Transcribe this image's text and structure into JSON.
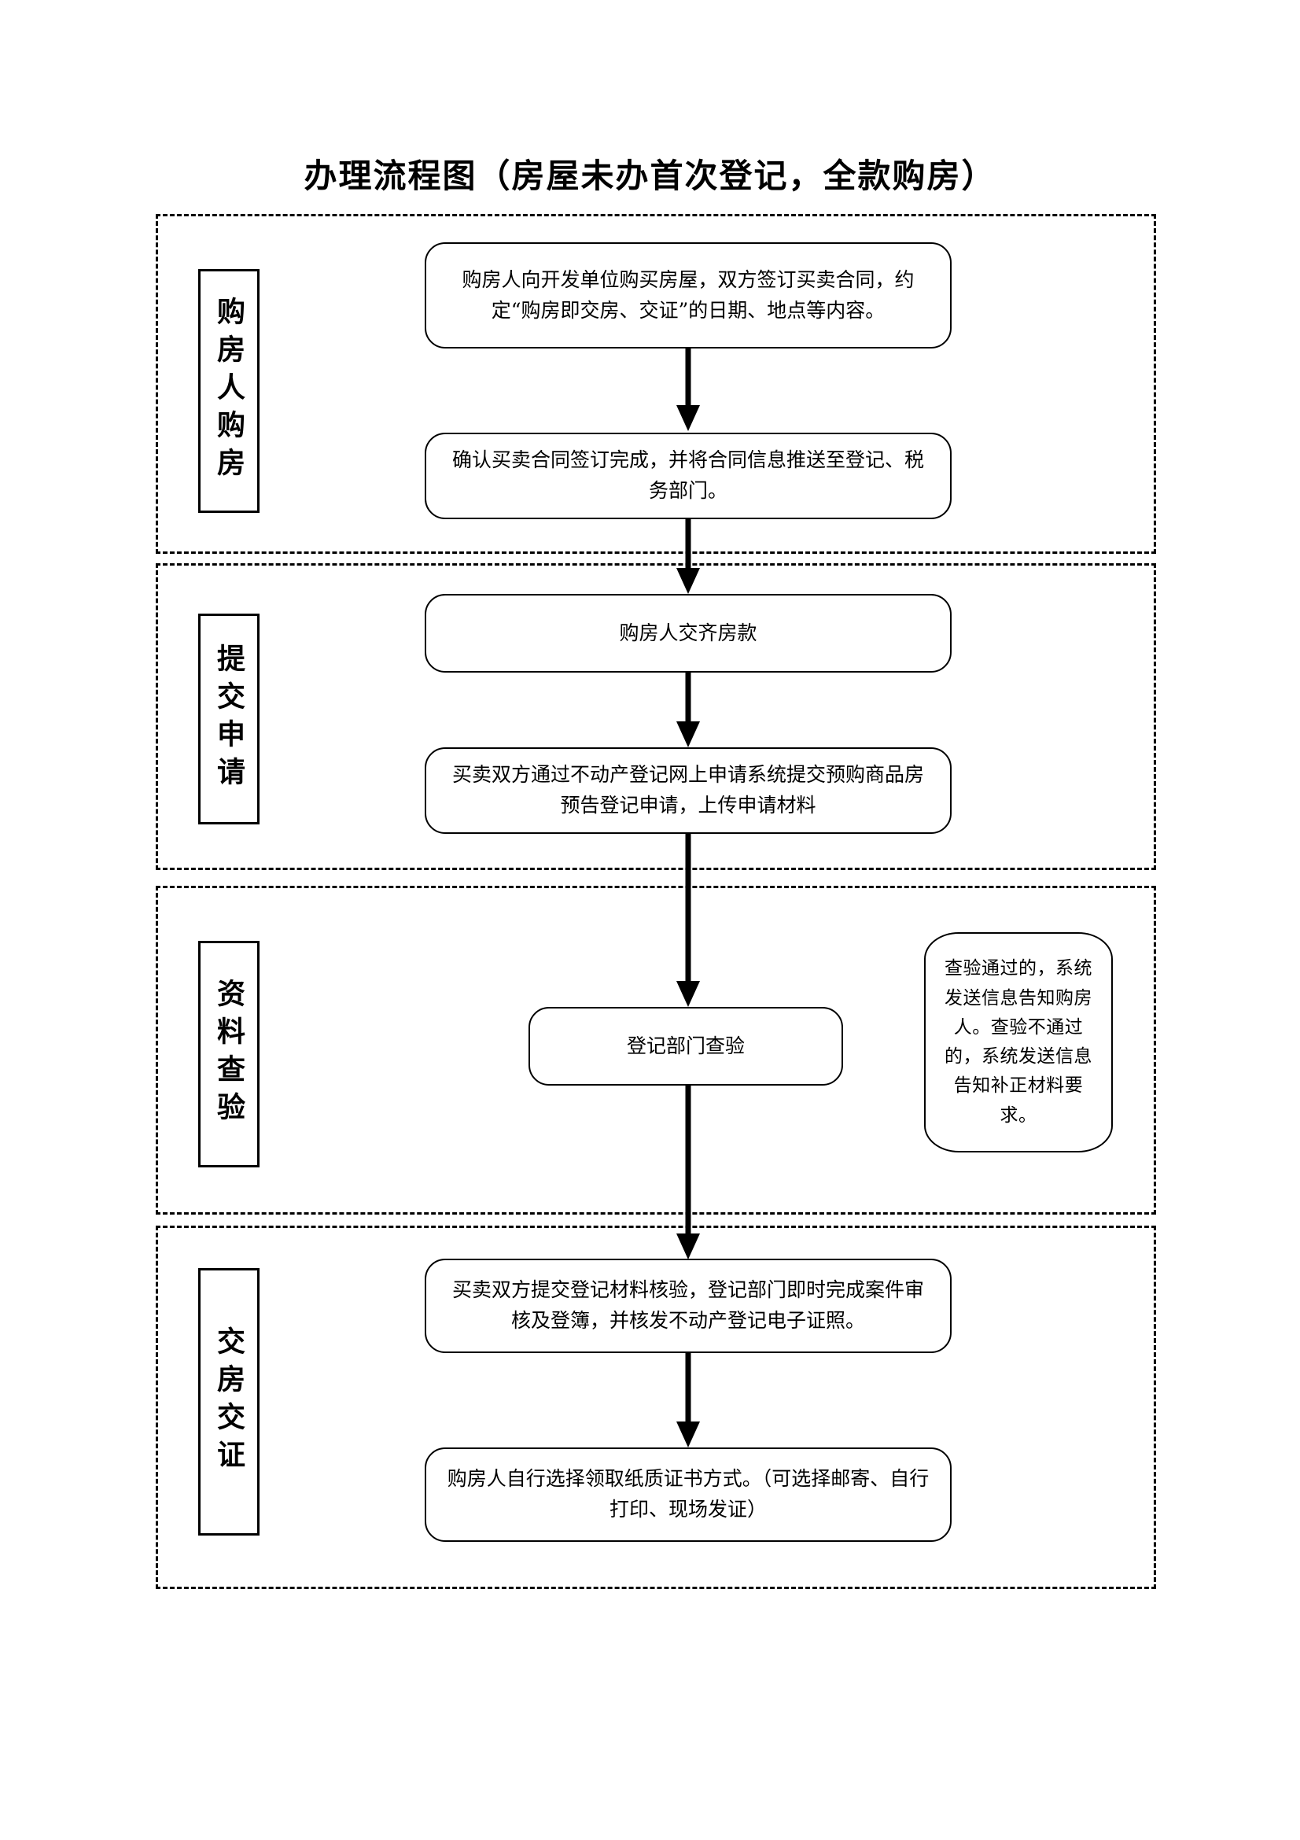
{
  "document": {
    "title": "办理流程图（房屋未办首次登记，全款购房）"
  },
  "stages": [
    {
      "id": "stage-0",
      "label": "购房人购房"
    },
    {
      "id": "stage-1",
      "label": "提交申请"
    },
    {
      "id": "stage-2",
      "label": "资料查验"
    },
    {
      "id": "stage-3",
      "label": "交房交证"
    }
  ],
  "nodes": [
    {
      "id": "node-0",
      "stage": 0,
      "text": "购房人向开发单位购买房屋，双方签订买卖合同，约定“购房即交房、交证”的日期、地点等内容。"
    },
    {
      "id": "node-1",
      "stage": 0,
      "text": "确认买卖合同签订完成，并将合同信息推送至登记、税务部门。"
    },
    {
      "id": "node-2",
      "stage": 1,
      "text": "购房人交齐房款"
    },
    {
      "id": "node-3",
      "stage": 1,
      "text": "买卖双方通过不动产登记网上申请系统提交预购商品房预告登记申请，上传申请材料"
    },
    {
      "id": "node-4",
      "stage": 2,
      "text": "登记部门查验"
    },
    {
      "id": "node-5",
      "stage": 3,
      "text": "买卖双方提交登记材料核验，登记部门即时完成案件审核及登簿，并核发不动产登记电子证照。"
    },
    {
      "id": "node-6",
      "stage": 3,
      "text": "购房人自行选择领取纸质证书方式。（可选择邮寄、自行打印、现场发证）"
    }
  ],
  "notes": [
    {
      "id": "note-0",
      "stage": 2,
      "text": "查验通过的，系统发送信息告知购房人。查验不通过的，系统发送信息告知补正材料要求。"
    }
  ],
  "connectors": [
    {
      "id": "conn-0",
      "from": "node-0",
      "to": "node-1"
    },
    {
      "id": "conn-1",
      "from": "node-1",
      "to": "node-2"
    },
    {
      "id": "conn-2",
      "from": "node-2",
      "to": "node-3"
    },
    {
      "id": "conn-3",
      "from": "node-3",
      "to": "node-4"
    },
    {
      "id": "conn-4",
      "from": "node-4",
      "to": "node-5"
    },
    {
      "id": "conn-5",
      "from": "node-5",
      "to": "node-6"
    }
  ],
  "style": {
    "ink": "#000000",
    "paper": "#ffffff"
  }
}
